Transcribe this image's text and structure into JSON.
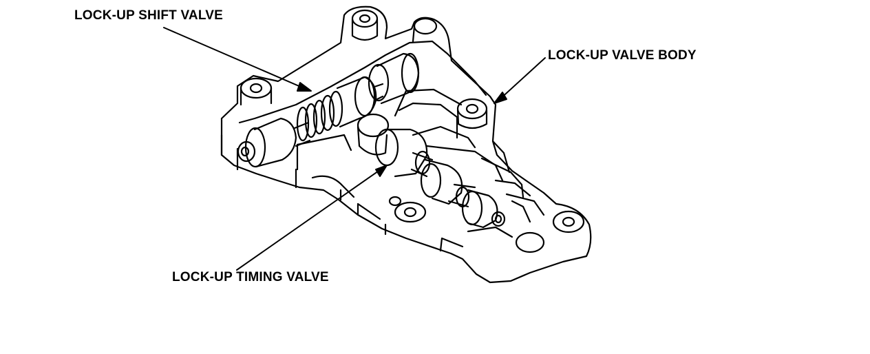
{
  "labels": {
    "lockup_shift_valve": "LOCK-UP SHIFT VALVE",
    "lockup_valve_body": "LOCK-UP VALVE BODY",
    "lockup_timing_valve": "LOCK-UP TIMING VALVE"
  },
  "colors": {
    "ink": "#000000",
    "paper": "#ffffff"
  }
}
